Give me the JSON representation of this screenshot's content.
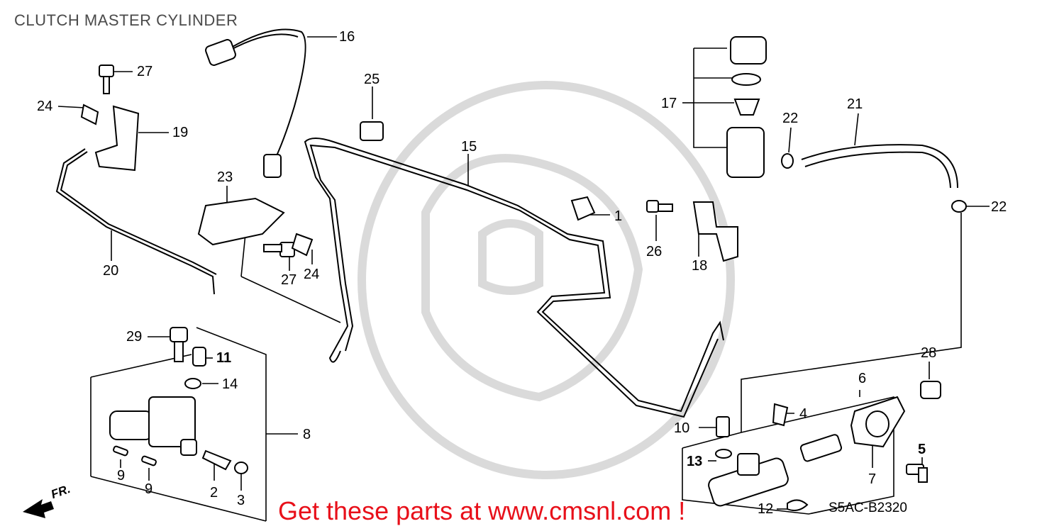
{
  "title": "CLUTCH MASTER CYLINDER",
  "diagram_code": "S5AC-B2320",
  "direction_marker": "FR.",
  "watermark_text": "Get these parts at www.cmsnl.com !",
  "watermark_color": "#e8101a",
  "callouts": {
    "c1": "1",
    "c2": "2",
    "c3": "3",
    "c4": "4",
    "c5": "5",
    "c6": "6",
    "c7": "7",
    "c8": "8",
    "c9a": "9",
    "c9b": "9",
    "c10": "10",
    "c11": "11",
    "c12": "12",
    "c13": "13",
    "c14": "14",
    "c15": "15",
    "c16": "16",
    "c17": "17",
    "c18": "18",
    "c19": "19",
    "c20": "20",
    "c21": "21",
    "c22a": "22",
    "c22b": "22",
    "c23": "23",
    "c24a": "24",
    "c24b": "24",
    "c25": "25",
    "c26": "26",
    "c27a": "27",
    "c27b": "27",
    "c28": "28",
    "c29": "29"
  }
}
